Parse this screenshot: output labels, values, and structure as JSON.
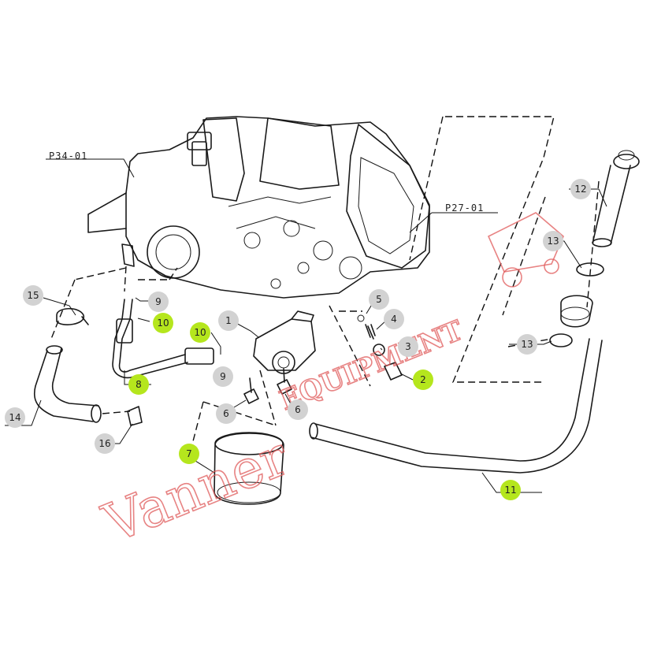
{
  "callouts": [
    {
      "id": "c1",
      "num": "1",
      "highlight": false
    },
    {
      "id": "c2",
      "num": "2",
      "highlight": true
    },
    {
      "id": "c3",
      "num": "3",
      "highlight": false
    },
    {
      "id": "c4",
      "num": "4",
      "highlight": false
    },
    {
      "id": "c5",
      "num": "5",
      "highlight": false
    },
    {
      "id": "c6a",
      "num": "6",
      "highlight": false
    },
    {
      "id": "c6b",
      "num": "6",
      "highlight": false
    },
    {
      "id": "c7",
      "num": "7",
      "highlight": true
    },
    {
      "id": "c8",
      "num": "8",
      "highlight": true
    },
    {
      "id": "c9a",
      "num": "9",
      "highlight": false
    },
    {
      "id": "c9b",
      "num": "9",
      "highlight": false
    },
    {
      "id": "c10a",
      "num": "10",
      "highlight": true
    },
    {
      "id": "c10b",
      "num": "10",
      "highlight": true
    },
    {
      "id": "c11",
      "num": "11",
      "highlight": true
    },
    {
      "id": "c12",
      "num": "12",
      "highlight": false
    },
    {
      "id": "c13a",
      "num": "13",
      "highlight": false
    },
    {
      "id": "c13b",
      "num": "13",
      "highlight": false
    },
    {
      "id": "c14",
      "num": "14",
      "highlight": false
    },
    {
      "id": "c15",
      "num": "15",
      "highlight": false
    },
    {
      "id": "c16",
      "num": "16",
      "highlight": false
    }
  ],
  "references": {
    "p34": "P34-01",
    "p27": "P27-01"
  },
  "watermark": {
    "text": "Vanner EQUIPMENT",
    "color": "#e05a5a"
  },
  "colors": {
    "highlight": "#b5e61d",
    "badge": "#d2d2d2",
    "line": "#1a1a1a"
  }
}
